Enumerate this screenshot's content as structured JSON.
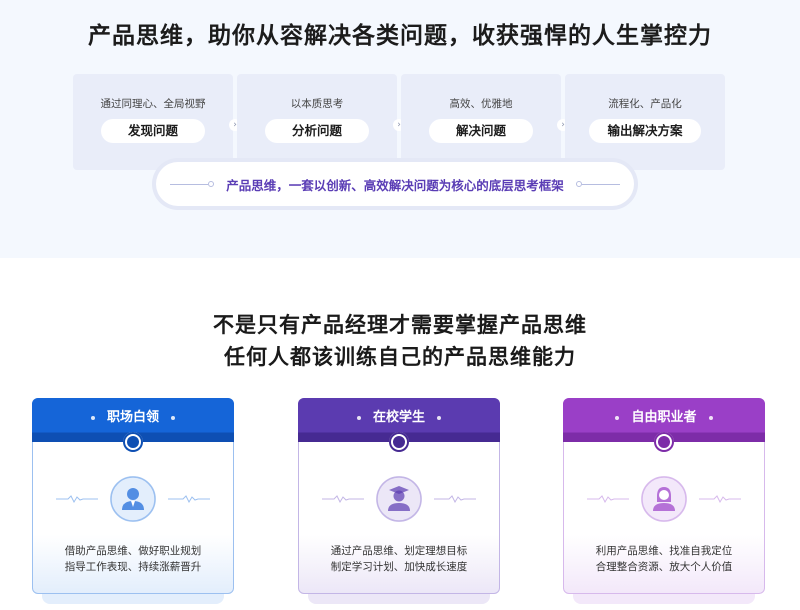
{
  "main_title": "产品思维，助你从容解决各类问题，收获强悍的人生掌控力",
  "steps": [
    {
      "sub": "通过同理心、全局视野",
      "label": "发现问题"
    },
    {
      "sub": "以本质思考",
      "label": "分析问题"
    },
    {
      "sub": "高效、优雅地",
      "label": "解决问题"
    },
    {
      "sub": "流程化、产品化",
      "label": "输出解决方案"
    }
  ],
  "framework": "产品思维，一套以创新、高效解决问题为核心的底层思考框架",
  "heading": {
    "line1": "不是只有产品经理才需要掌握产品思维",
    "line2": "任何人都该训练自己的产品思维能力"
  },
  "cards": [
    {
      "title": "职场白领",
      "line1": "借助产品思维、做好职业规划",
      "line2": "指导工作表现、持续涨薪晋升",
      "icon": "office-worker-icon",
      "color": "#1565d8",
      "color_dark": "#0e4fb3",
      "tint": "#e3eefc",
      "line_color": "#9cc0f0"
    },
    {
      "title": "在校学生",
      "line1": "通过产品思维、划定理想目标",
      "line2": "制定学习计划、加快成长速度",
      "icon": "graduate-icon",
      "color": "#5b3bb0",
      "color_dark": "#462a92",
      "tint": "#ece7f7",
      "line_color": "#c3b6e6"
    },
    {
      "title": "自由职业者",
      "line1": "利用产品思维、找准自我定位",
      "line2": "合理整合资源、放大个人价值",
      "icon": "freelancer-icon",
      "color": "#9a3fc7",
      "color_dark": "#7d2ca8",
      "tint": "#f3e8fa",
      "line_color": "#d7b9ec"
    }
  ]
}
